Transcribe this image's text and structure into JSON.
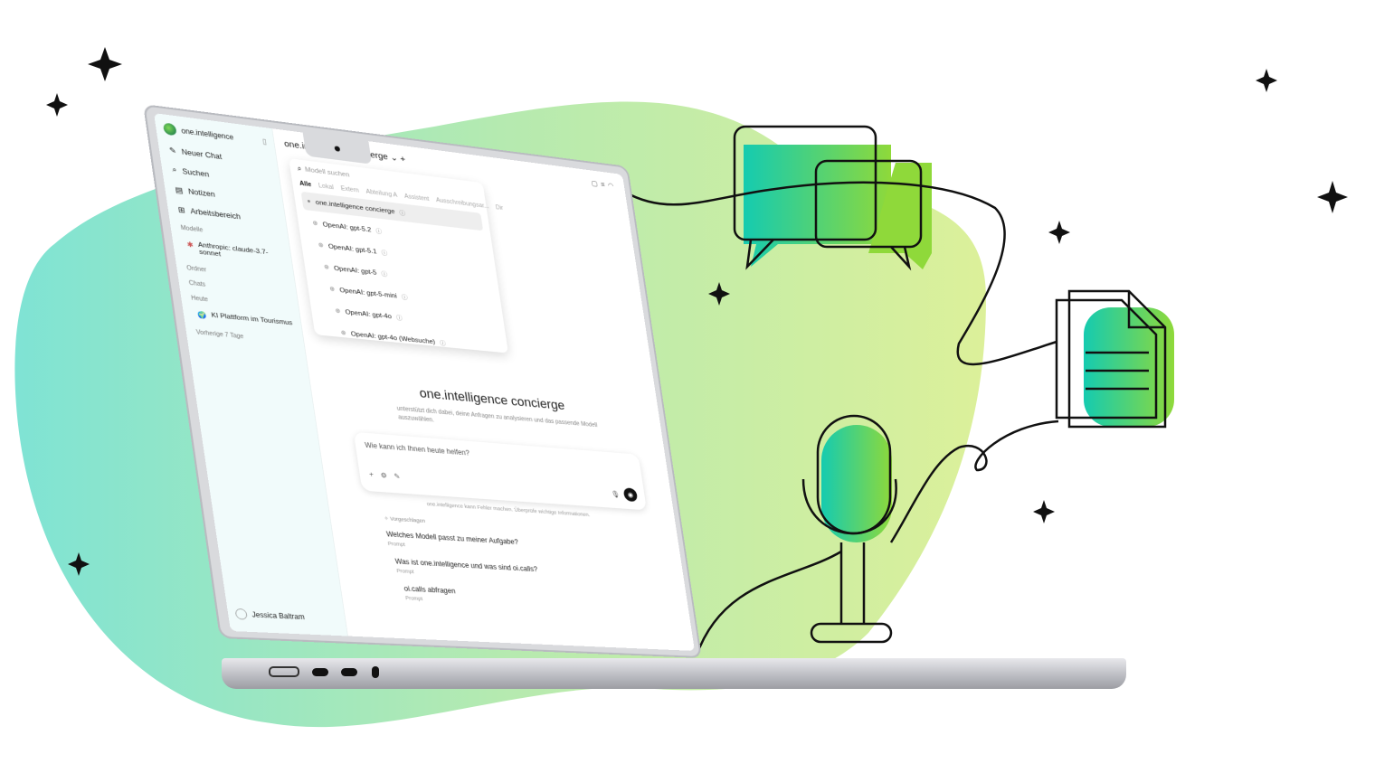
{
  "app": {
    "name": "one.intelligence",
    "title": "one.intelligence concierge"
  },
  "sidebar": {
    "items": [
      {
        "label": "Neuer Chat",
        "icon": "edit-icon"
      },
      {
        "label": "Suchen",
        "icon": "search-icon"
      },
      {
        "label": "Notizen",
        "icon": "notes-icon"
      },
      {
        "label": "Arbeitsbereich",
        "icon": "workspace-icon"
      }
    ],
    "models_label": "Modelle",
    "model": "Anthropic: claude-3.7-sonnet",
    "folders_label": "Ordner",
    "chats_label": "Chats",
    "today_label": "Heute",
    "chat": "KI Plattform im Tourismus",
    "prev_label": "Vorherige 7 Tage",
    "user": "Jessica Baltram"
  },
  "dropdown": {
    "search_placeholder": "Modell suchen",
    "tabs": [
      "Alle",
      "Lokal",
      "Extern",
      "Abteilung A",
      "Assistent",
      "Ausschreibungsar...",
      "Dir"
    ],
    "options": [
      "one.intelligence concierge",
      "OpenAI: gpt-5.2",
      "OpenAI: gpt-5.1",
      "OpenAI: gpt-5",
      "OpenAI: gpt-5-mini",
      "OpenAI: gpt-4o",
      "OpenAI: gpt-4o (Websuche)"
    ]
  },
  "main": {
    "title": "one.intelligence concierge",
    "subtitle": "unterstützt dich dabei, deine Anfragen zu analysieren und das passende Modell auszuwählen.",
    "input_placeholder": "Wie kann ich Ihnen heute helfen?",
    "disclaimer": "one.intelligence kann Fehler machen. Überprüfe wichtige Informationen.",
    "suggested_label": "Vorgeschlagen",
    "suggestions": [
      {
        "q": "Welches Modell passt zu meiner Aufgabe?",
        "t": "Prompt"
      },
      {
        "q": "Was ist one.intelligence und was sind oi.calls?",
        "t": "Prompt"
      },
      {
        "q": "oi.calls abfragen",
        "t": "Prompt"
      }
    ]
  },
  "colors": {
    "teal": "#1fcfb0",
    "green": "#8ed83a",
    "blob_left": "#7fe3d4",
    "blob_right": "#d9f0a0"
  }
}
